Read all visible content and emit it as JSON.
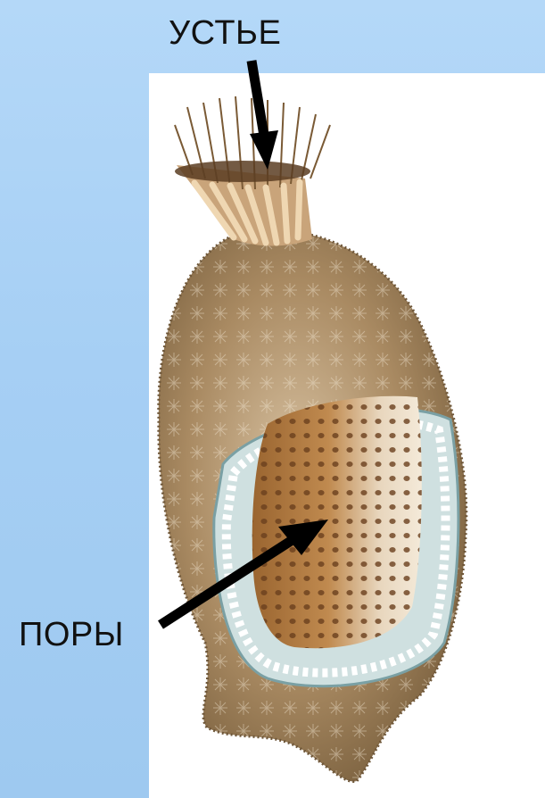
{
  "labels": {
    "mouth": "УСТЬЕ",
    "pores": "ПОРЫ"
  },
  "colors": {
    "background": "#a8d0f4",
    "panel": "#ffffff",
    "shell": "#a8875d",
    "porous_plate": "#b8824a",
    "arrow": "#000000"
  },
  "illustration": {
    "subject": "foraminifera-shell",
    "icon": "radiolarian-illustration"
  }
}
